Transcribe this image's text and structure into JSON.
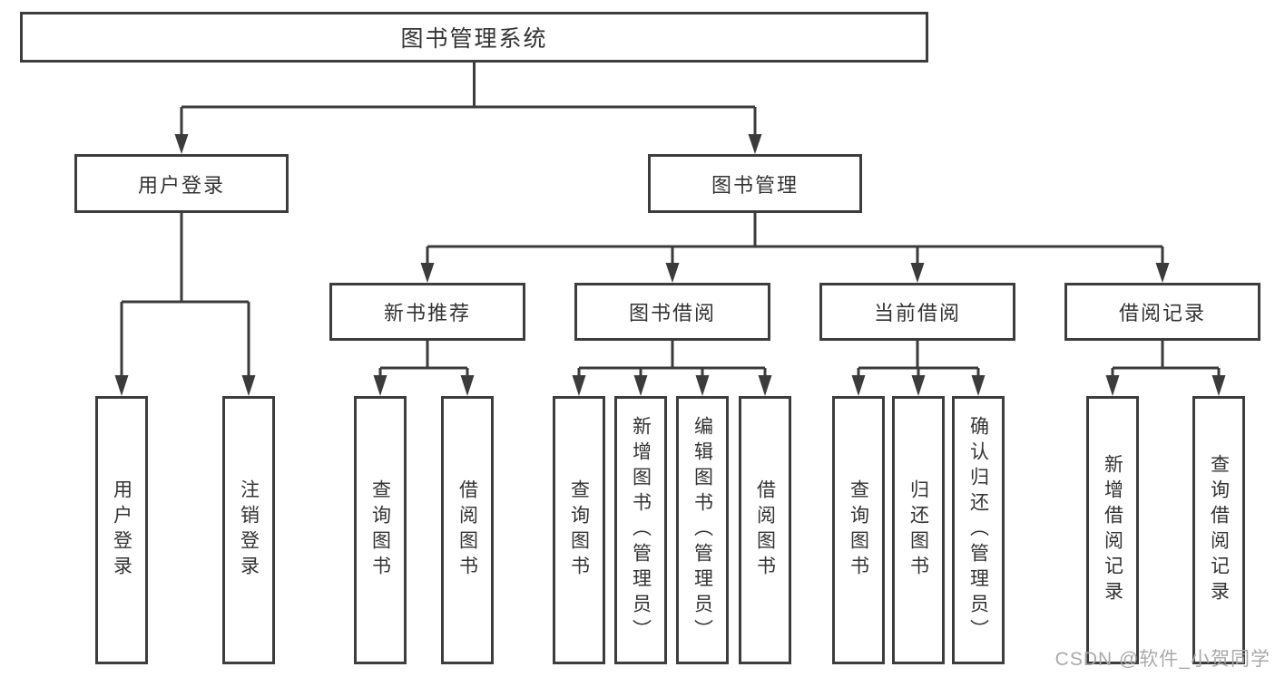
{
  "diagram": {
    "root": {
      "label": "图书管理系统"
    },
    "level2": [
      {
        "id": "user-login",
        "label": "用户登录"
      },
      {
        "id": "book-management",
        "label": "图书管理"
      }
    ],
    "level3": [
      {
        "id": "new-book-recommendation",
        "parent": "图书管理",
        "label": "新书推荐"
      },
      {
        "id": "book-borrowing",
        "parent": "图书管理",
        "label": "图书借阅"
      },
      {
        "id": "current-borrowing",
        "parent": "图书管理",
        "label": "当前借阅"
      },
      {
        "id": "borrowing-records",
        "parent": "图书管理",
        "label": "借阅记录"
      }
    ],
    "leaves": [
      {
        "parent": "用户登录",
        "label": "用户登录"
      },
      {
        "parent": "用户登录",
        "label": "注销登录"
      },
      {
        "parent": "新书推荐",
        "label": "查询图书"
      },
      {
        "parent": "新书推荐",
        "label": "借阅图书"
      },
      {
        "parent": "图书借阅",
        "label": "查询图书"
      },
      {
        "parent": "图书借阅",
        "label": "新增图书（管理员）"
      },
      {
        "parent": "图书借阅",
        "label": "编辑图书（管理员）"
      },
      {
        "parent": "图书借阅",
        "label": "借阅图书"
      },
      {
        "parent": "当前借阅",
        "label": "查询图书"
      },
      {
        "parent": "当前借阅",
        "label": "归还图书"
      },
      {
        "parent": "当前借阅",
        "label": "确认归还（管理员）"
      },
      {
        "parent": "借阅记录",
        "label": "新增借阅记录"
      },
      {
        "parent": "借阅记录",
        "label": "查询借阅记录"
      }
    ],
    "watermark": "CSDN @软件_小贺同学",
    "colors": {
      "line": "#3b3b3b",
      "box_border": "#3d3d3d",
      "text": "#333333",
      "watermark": "#a9a9a9",
      "background": "#ffffff"
    }
  }
}
